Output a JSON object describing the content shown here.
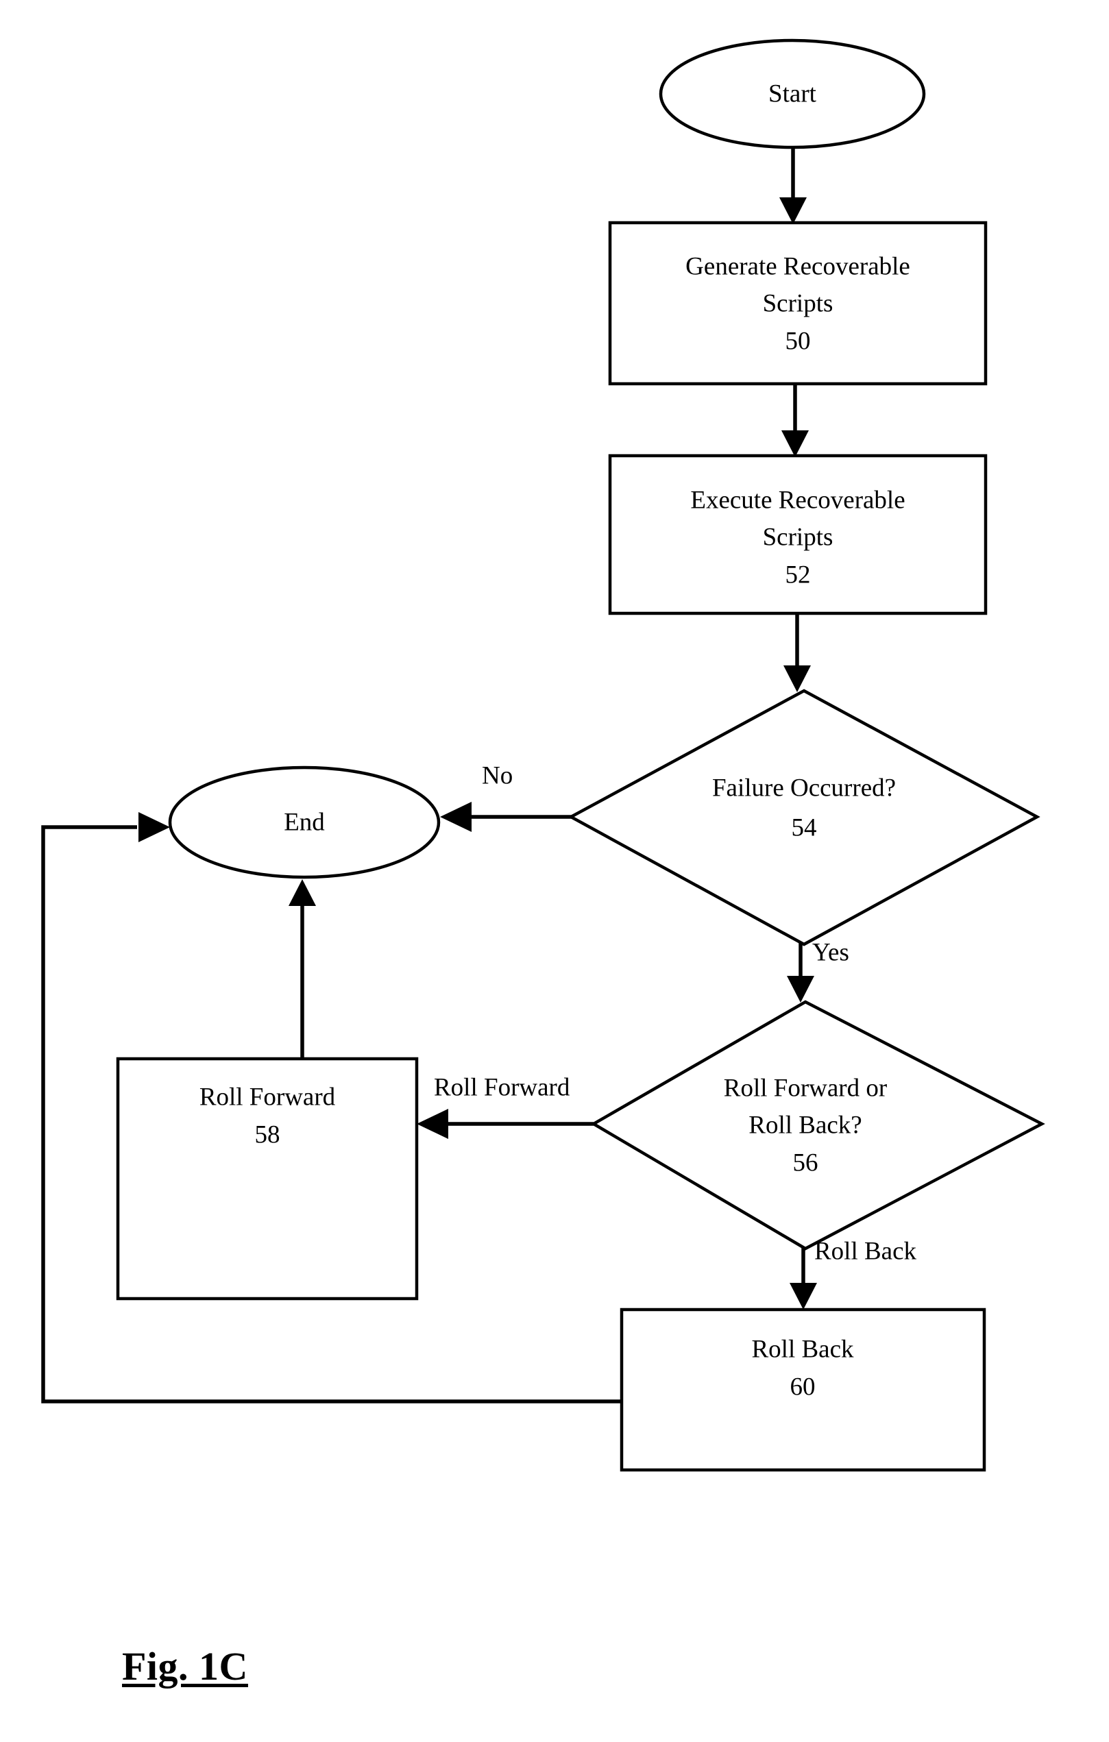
{
  "figure": {
    "caption": "Fig. 1C",
    "stroke_color": "#000000",
    "fill_color": "#ffffff",
    "background": "#ffffff"
  },
  "nodes": {
    "start": {
      "shape": "ellipse",
      "label": "Start"
    },
    "generate_scripts": {
      "shape": "rectangle",
      "line1": "Generate Recoverable",
      "line2": "Scripts",
      "ref": "50"
    },
    "execute_scripts": {
      "shape": "rectangle",
      "line1": "Execute Recoverable",
      "line2": "Scripts",
      "ref": "52"
    },
    "failure_decision": {
      "shape": "diamond",
      "line1": "Failure Occurred?",
      "ref": "54"
    },
    "end": {
      "shape": "ellipse",
      "label": "End"
    },
    "direction_decision": {
      "shape": "diamond",
      "line1": "Roll Forward or",
      "line2": "Roll Back?",
      "ref": "56"
    },
    "roll_forward": {
      "shape": "rectangle",
      "line1": "Roll Forward",
      "ref": "58"
    },
    "roll_back": {
      "shape": "rectangle",
      "line1": "Roll Back",
      "ref": "60"
    }
  },
  "edge_labels": {
    "no": "No",
    "yes": "Yes",
    "roll_forward": "Roll Forward",
    "roll_back": "Roll Back"
  }
}
